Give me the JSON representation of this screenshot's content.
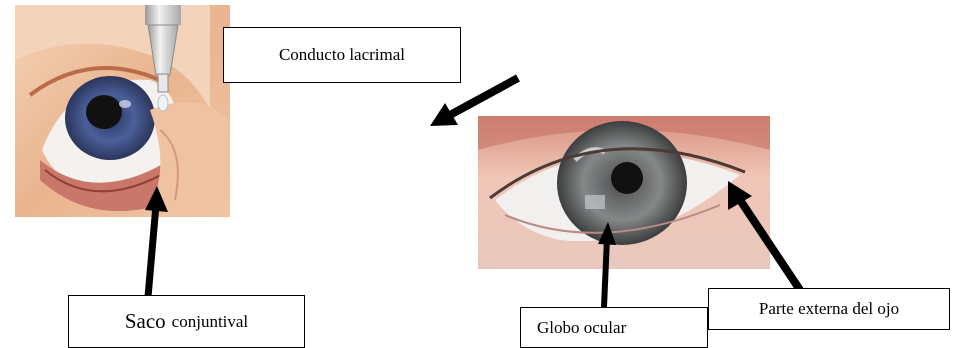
{
  "labels": {
    "conducto_lacrimal": "Conducto lacrimal",
    "saco": "Saco",
    "conjuntival": "conjuntival",
    "globo_ocular": "Globo ocular",
    "parte_externa": "Parte externa del ojo"
  },
  "colors": {
    "skin": "#e9b48f",
    "skin_light": "#f3cfae",
    "skin_dark": "#b96b4a",
    "iris_blue": "#4b5f9a",
    "iris_gray": "#6d6f70",
    "pupil": "#111111",
    "sclera": "#f4f1ee",
    "dropper": "#d9d9d9",
    "arrow": "#000000"
  }
}
